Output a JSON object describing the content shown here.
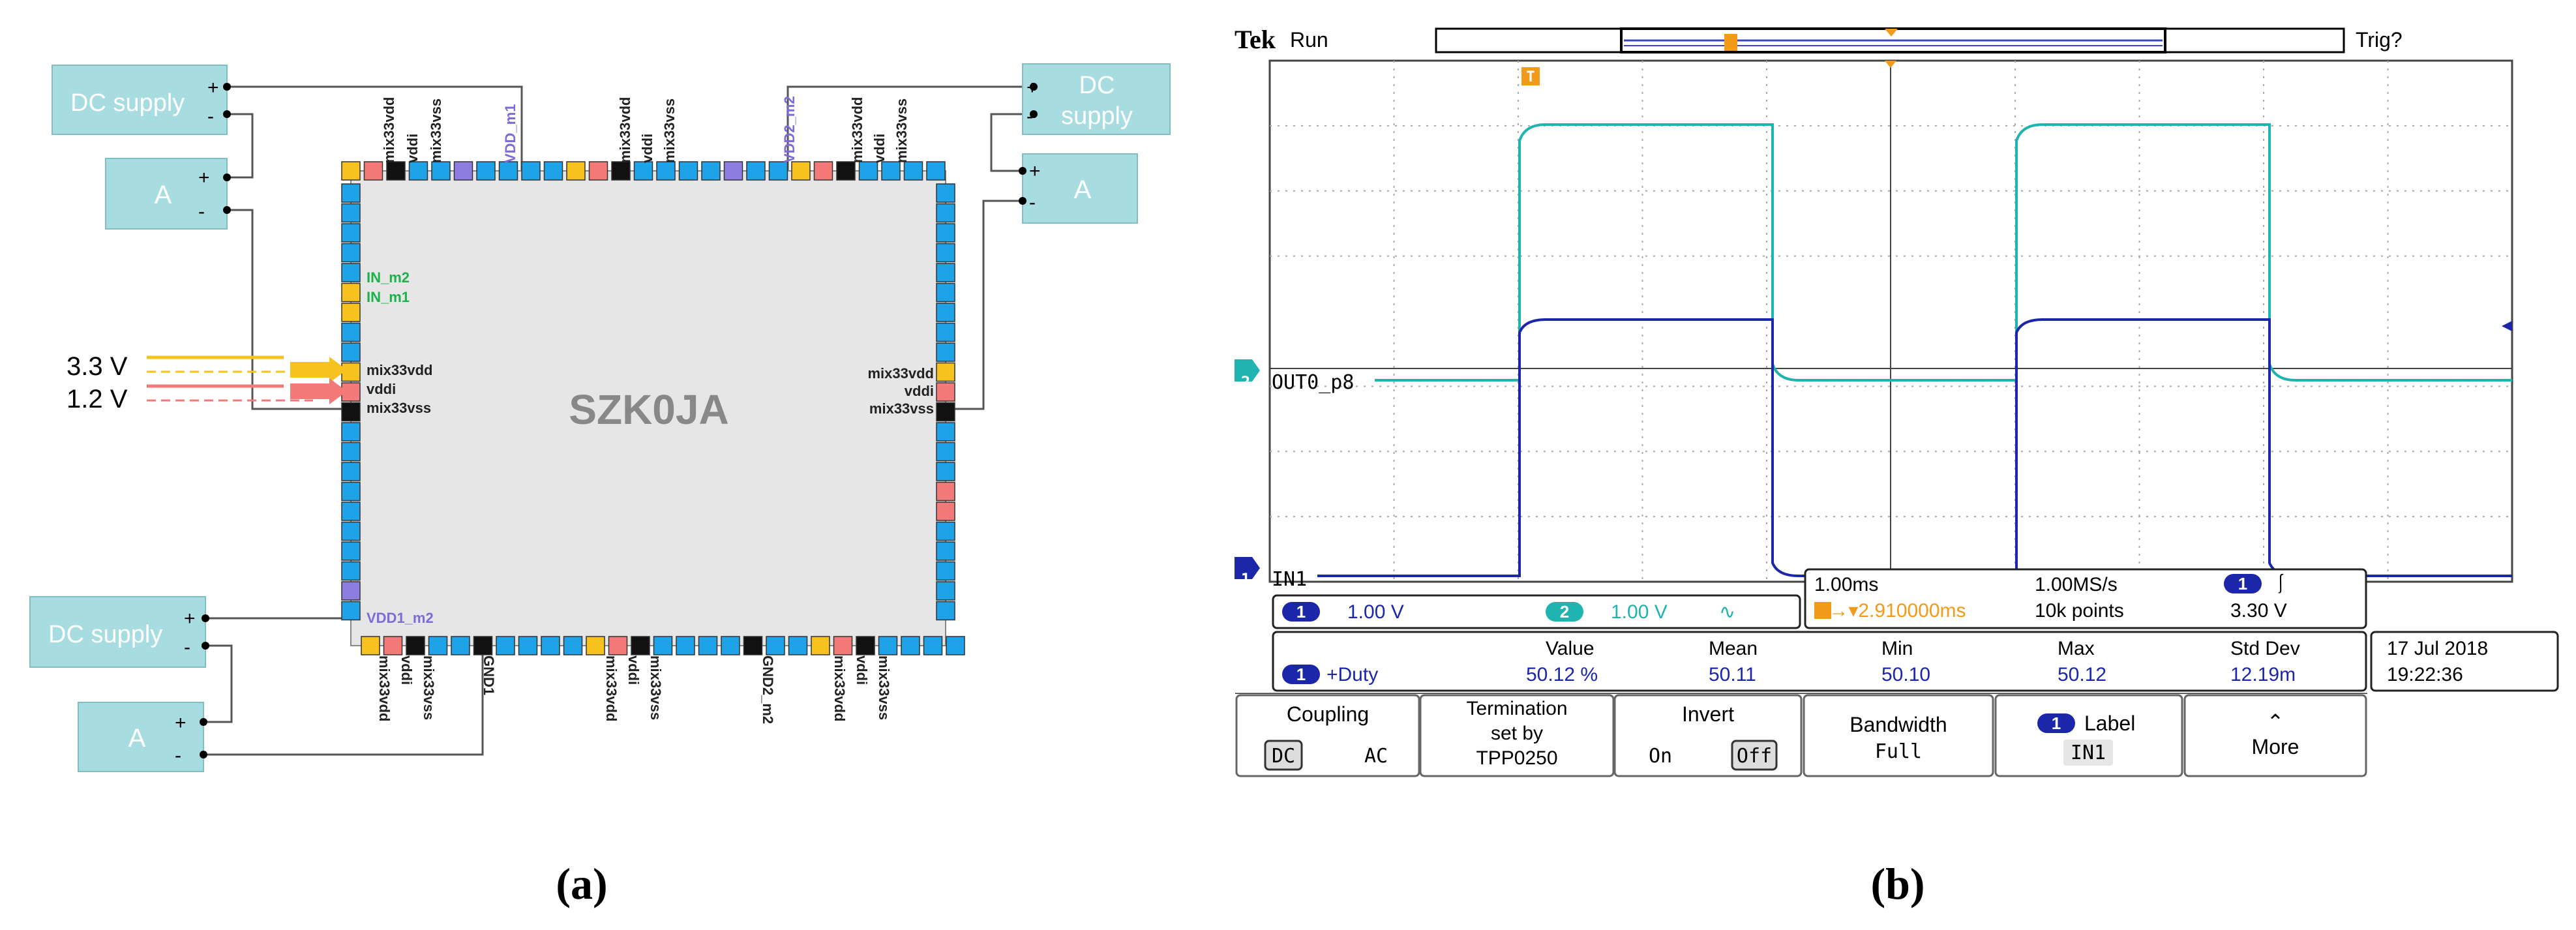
{
  "panel_a": {
    "caption": "(a)",
    "chip_name": "SZK0JA",
    "dc_supply_label": "DC supply",
    "dc_supply_two_line": [
      "DC",
      "supply"
    ],
    "ammeter_label": "A",
    "plus": "+",
    "minus": "-",
    "voltage_3v3": "3.3 V",
    "voltage_1v2": "1.2 V",
    "pin_vdd_m1": "VDD_m1",
    "pin_vdd2_m2": "VDD2_m2",
    "pin_vdd1_m2": "VDD1_m2",
    "pin_in_m2": "IN_m2",
    "pin_in_m1": "IN_m1",
    "pin_mix33vdd": "mix33vdd",
    "pin_vddi": "vddi",
    "pin_mix33vss": "mix33vss",
    "pin_gnd1": "GND1",
    "pin_gnd2_m2": "GND2_m2",
    "colors": {
      "box_fill": "#a7dde0",
      "chip_fill": "#e6e6e6",
      "pad_blue": "#1ea3e8",
      "pad_yellow": "#f7c11e",
      "pad_pink": "#f47a7a",
      "pad_black": "#111111",
      "pad_purple": "#8e7de0",
      "label_green": "#1bb24b",
      "label_purple": "#7f6ad6",
      "wire_yellow": "#f7c11e",
      "wire_pink": "#f47a7a"
    }
  },
  "panel_b": {
    "caption": "(b)",
    "brand": "Tek",
    "run_state": "Run",
    "trig_state": "Trig?",
    "trigger_marker": "T",
    "ch2_label": "OUT0_p8",
    "ch1_label": "IN1",
    "ch1_marker": "1",
    "ch2_marker": "2",
    "ch1_scale": "1.00 V",
    "ch2_scale": "1.00 V",
    "ch2_coupling_symbol": "∿",
    "timebase": "1.00ms",
    "sample_rate": "1.00MS/s",
    "trigger_source": "1",
    "trigger_slope": "⎰",
    "trigger_offset": "T→▾2.910000ms",
    "record_length": "10k points",
    "trigger_level": "3.30 V",
    "measurement": {
      "channel": "1",
      "name": "+Duty",
      "headers": [
        "Value",
        "Mean",
        "Min",
        "Max",
        "Std Dev"
      ],
      "values": [
        "50.12 %",
        "50.11",
        "50.10",
        "50.12",
        "12.19m"
      ]
    },
    "date": "17 Jul  2018",
    "time": "19:22:36",
    "menu": {
      "coupling": {
        "title": "Coupling",
        "opt1": "DC",
        "opt2": "AC"
      },
      "termination": {
        "line1": "Termination",
        "line2": "set by",
        "line3": "TPP0250"
      },
      "invert": {
        "title": "Invert",
        "opt1": "On",
        "opt2": "Off"
      },
      "bandwidth": {
        "title": "Bandwidth",
        "value": "Full"
      },
      "label": {
        "marker": "1",
        "title": "Label",
        "value": "IN1"
      },
      "more": {
        "arrow": "⌃",
        "title": "More"
      }
    },
    "colors": {
      "ch1": "#1b26a8",
      "ch2": "#1fb4b0",
      "trigger": "#f29a1a",
      "grid": "#a8a8a8"
    }
  }
}
